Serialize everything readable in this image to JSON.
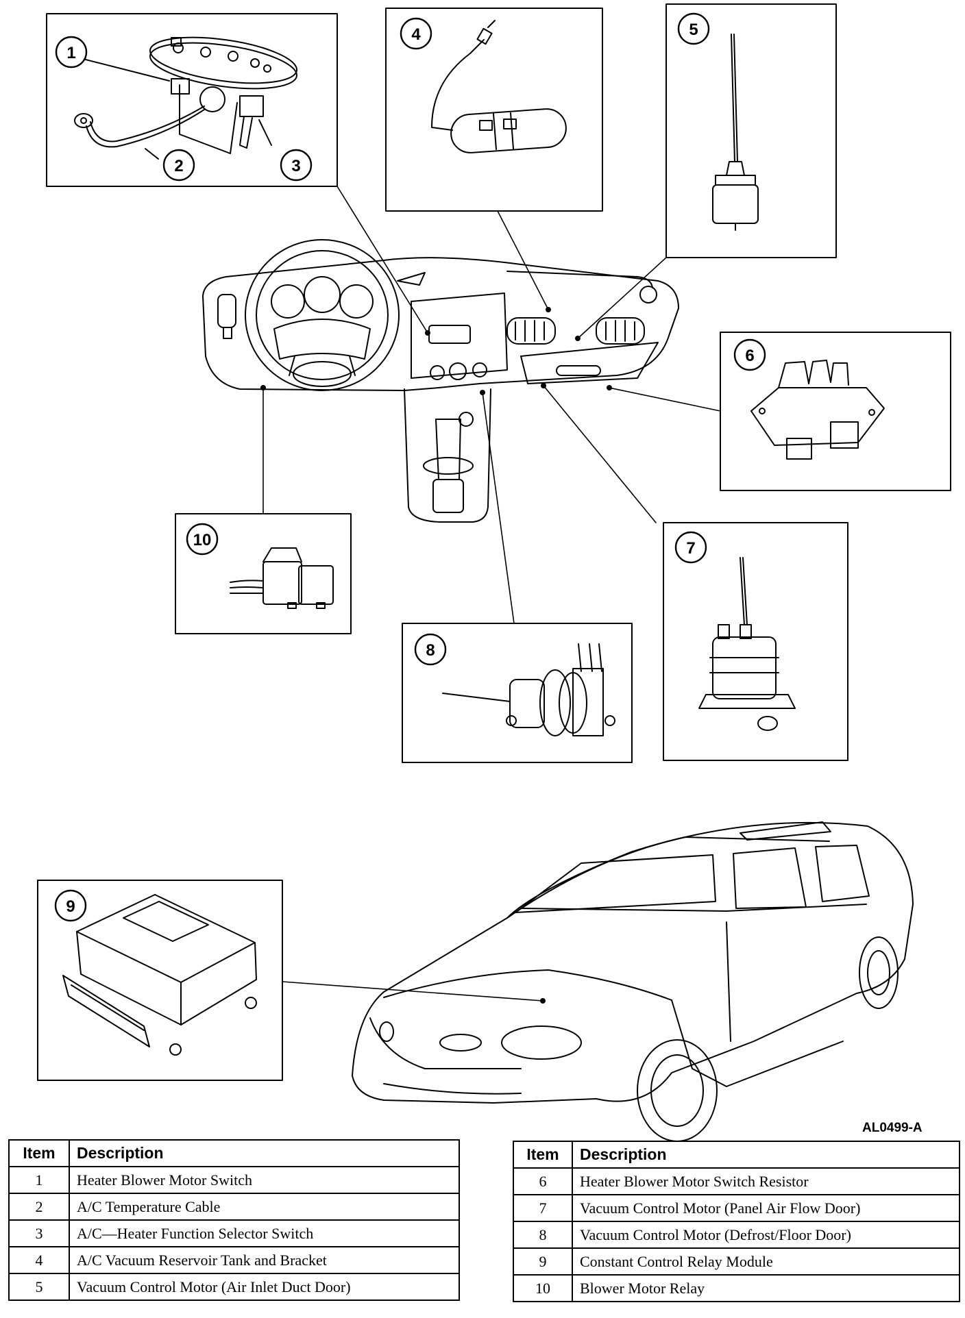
{
  "figure_id": "AL0499-A",
  "callouts": [
    "1",
    "2",
    "3",
    "4",
    "5",
    "6",
    "7",
    "8",
    "9",
    "10"
  ],
  "legend_left": {
    "header_item": "Item",
    "header_desc": "Description",
    "rows": [
      {
        "item": "1",
        "desc": "Heater Blower Motor Switch"
      },
      {
        "item": "2",
        "desc": "A/C Temperature Cable"
      },
      {
        "item": "3",
        "desc": "A/C—Heater Function  Selector Switch"
      },
      {
        "item": "4",
        "desc": "A/C Vacuum Reservoir Tank and Bracket"
      },
      {
        "item": "5",
        "desc": "Vacuum Control Motor  (Air Inlet Duct Door)"
      }
    ]
  },
  "legend_right": {
    "header_item": "Item",
    "header_desc": "Description",
    "rows": [
      {
        "item": "6",
        "desc": "Heater Blower Motor Switch  Resistor"
      },
      {
        "item": "7",
        "desc": "Vacuum Control Motor  (Panel  Air Flow Door)"
      },
      {
        "item": "8",
        "desc": "Vacuum Control Motor  (Defrost/Floor Door)"
      },
      {
        "item": "9",
        "desc": "Constant Control Relay Module"
      },
      {
        "item": "10",
        "desc": "Blower Motor Relay"
      }
    ]
  }
}
